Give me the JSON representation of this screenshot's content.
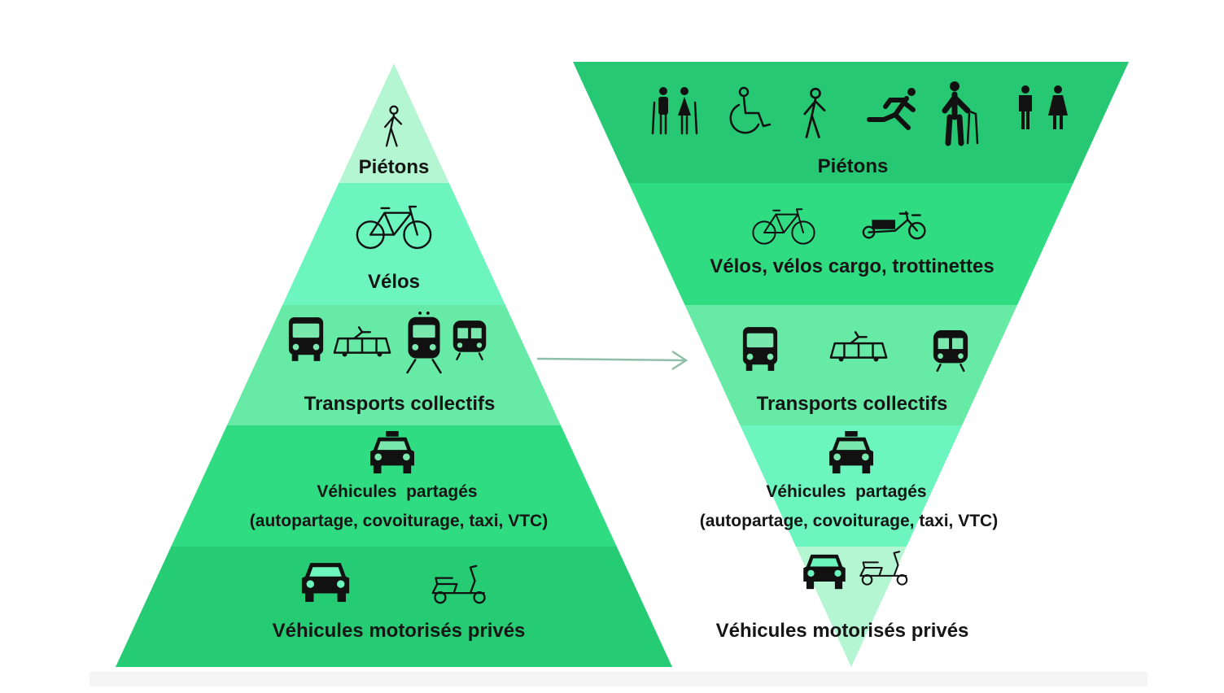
{
  "colors": {
    "level1": "#b4f5d2",
    "level2": "#6cf6bd",
    "level3": "#67eaa6",
    "level4": "#2fdc82",
    "level5": "#26cc74",
    "arrow": "#8fbfa8"
  },
  "left_pyramid": {
    "levels": [
      {
        "label": "Piétons",
        "icons": [
          "pedestrian-icon"
        ]
      },
      {
        "label": "Vélos",
        "icons": [
          "bicycle-icon"
        ]
      },
      {
        "label": "Transports collectifs",
        "icons": [
          "bus-icon",
          "tram-icon",
          "train-icon",
          "metro-icon"
        ]
      },
      {
        "label": "Véhicules  partagés",
        "sublabel": "(autopartage, covoiturage, taxi, VTC)",
        "icons": [
          "taxi-icon"
        ]
      },
      {
        "label": "Véhicules motorisés privés",
        "icons": [
          "car-icon",
          "scooter-icon"
        ]
      }
    ]
  },
  "right_pyramid": {
    "levels": [
      {
        "label": "Piétons",
        "icons": [
          "elderly-couple-icon",
          "wheelchair-icon",
          "pedestrian-icon",
          "runner-icon",
          "walker-frame-icon",
          "children-icon"
        ]
      },
      {
        "label": "Vélos, vélos cargo, trottinettes",
        "icons": [
          "bicycle-icon",
          "cargo-bike-icon"
        ]
      },
      {
        "label": "Transports collectifs",
        "icons": [
          "bus-icon",
          "tram-icon",
          "metro-icon"
        ]
      },
      {
        "label": "Véhicules  partagés",
        "sublabel": "(autopartage, covoiturage, taxi, VTC)",
        "icons": [
          "taxi-icon"
        ]
      },
      {
        "label": "Véhicules motorisés privés",
        "icons": [
          "car-icon",
          "scooter-icon"
        ]
      }
    ]
  }
}
